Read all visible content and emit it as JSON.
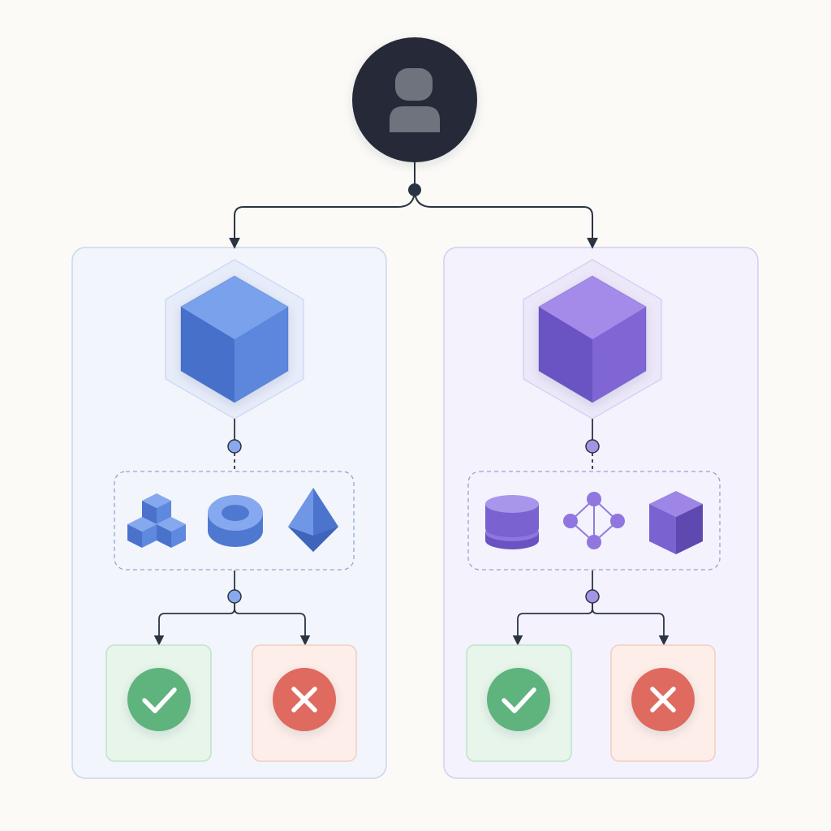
{
  "colors": {
    "background": "#fbfaf6",
    "connector": "#2b3442",
    "user_node": "#252c38",
    "user_glyph": "#6e737d",
    "left_panel_fill": "#f2f5fc",
    "left_panel_border": "#c9d6f0",
    "left_accent": "#4d7ad6",
    "right_panel_fill": "#f4f2fc",
    "right_panel_border": "#d4cdf2",
    "right_accent": "#7a62d0",
    "success_fill": "#e7f5ea",
    "success_border": "#bfe3c8",
    "success_icon": "#5fb47e",
    "failure_fill": "#fdeee9",
    "failure_border": "#f3cdc2",
    "failure_icon": "#df6b5f"
  },
  "diagram": {
    "root": {
      "icon": "user-icon"
    },
    "branches": [
      {
        "key": "left",
        "service_icon": "hexagon-cube-icon",
        "component_icons": [
          "blocks-stack-icon",
          "ring-icon",
          "octahedron-icon"
        ],
        "outcomes": [
          {
            "kind": "success",
            "icon": "check-icon"
          },
          {
            "kind": "failure",
            "icon": "x-icon"
          }
        ]
      },
      {
        "key": "right",
        "service_icon": "hexagon-cube-icon",
        "component_icons": [
          "database-icon",
          "network-graph-icon",
          "cube-icon"
        ],
        "outcomes": [
          {
            "kind": "success",
            "icon": "check-icon"
          },
          {
            "kind": "failure",
            "icon": "x-icon"
          }
        ]
      }
    ]
  }
}
